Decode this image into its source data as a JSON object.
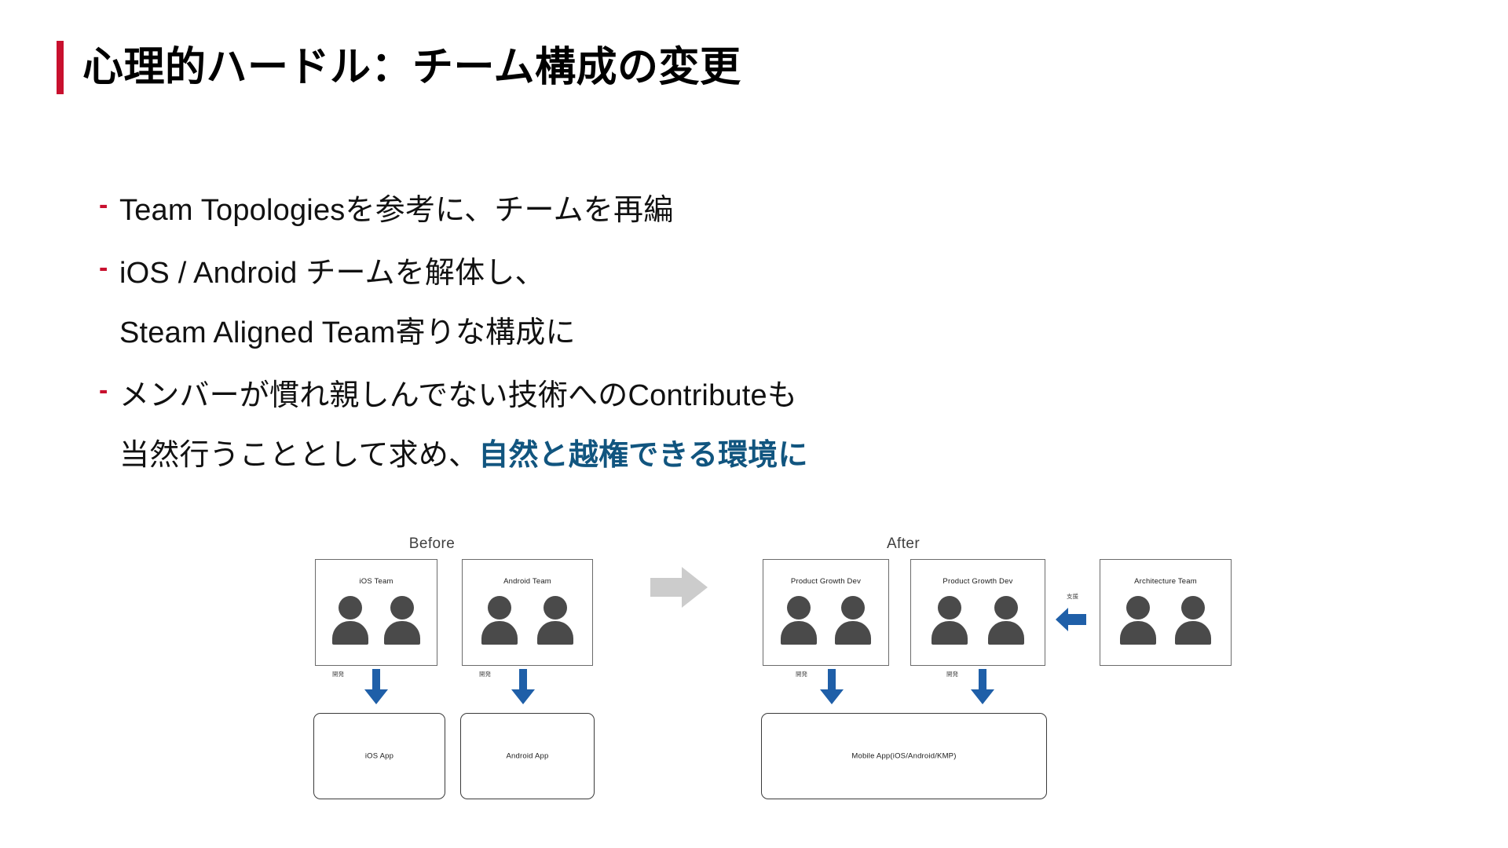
{
  "slide": {
    "title": "心理的ハードル：チーム構成の変更",
    "accent_color": "#C8102E",
    "background": "#ffffff"
  },
  "bullets": [
    {
      "marker": "-",
      "lines": [
        "Team Topologiesを参考に、チームを再編"
      ]
    },
    {
      "marker": "-",
      "lines": [
        "iOS / Android チームを解体し、",
        "Steam Aligned Team寄りな構成に"
      ]
    },
    {
      "marker": "-",
      "lines_rich": [
        [
          {
            "text": "メンバーが慣れ親しんでない技術へのContributeも",
            "style": "normal"
          }
        ],
        [
          {
            "text": "当然行うこととして求め、",
            "style": "normal"
          },
          {
            "text": "自然と越権できる環境に",
            "style": "highlight"
          }
        ]
      ]
    }
  ],
  "highlight_color": "#11557F",
  "diagram": {
    "before": {
      "label": "Before",
      "teams": [
        {
          "name": "iOS Team",
          "members": 2
        },
        {
          "name": "Android Team",
          "members": 2
        }
      ],
      "flow_labels": [
        "開発",
        "開発"
      ],
      "apps": [
        {
          "name": "iOS App"
        },
        {
          "name": "Android App"
        }
      ]
    },
    "after": {
      "label": "After",
      "teams": [
        {
          "name": "Product Growth Dev",
          "members": 2
        },
        {
          "name": "Product Growth Dev",
          "members": 2
        },
        {
          "name": "Architecture Team",
          "members": 2
        }
      ],
      "flow_labels": [
        "開発",
        "開発"
      ],
      "support_label": "支援",
      "apps": [
        {
          "name": "Mobile App(iOS/Android/KMP)"
        }
      ]
    },
    "transition_arrow": "right-arrow",
    "arrow_color": "#1F5FA8",
    "transition_arrow_color": "#CCCCCC",
    "person_color": "#4a4a4a"
  }
}
